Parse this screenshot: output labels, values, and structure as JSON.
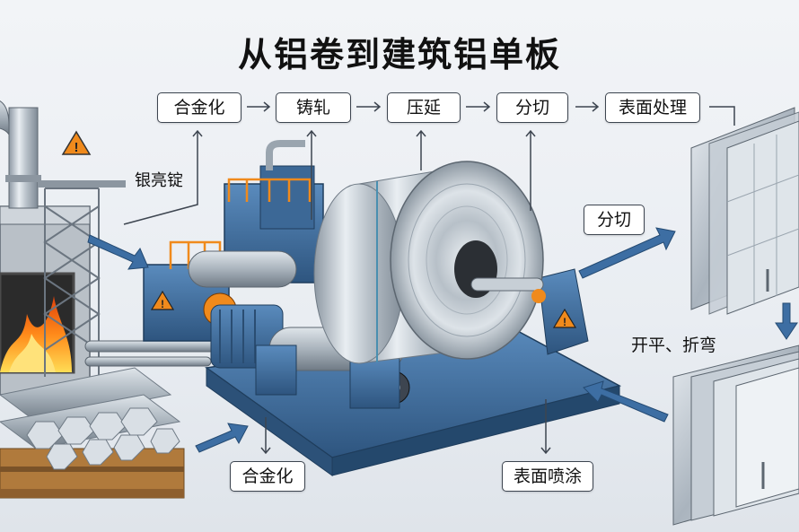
{
  "title": "从铝卷到建筑铝单板",
  "process_steps": [
    {
      "label": "合金化"
    },
    {
      "label": "铸轧"
    },
    {
      "label": "压延"
    },
    {
      "label": "分切"
    },
    {
      "label": "表面处理"
    }
  ],
  "labels": {
    "ingot": "银亮锭",
    "cutting": "分切",
    "forming": "开平、折弯",
    "bottom_alloy": "合金化",
    "bottom_coating": "表面喷涂"
  },
  "colors": {
    "machine_blue": "#3f6e9f",
    "arrow_blue": "#3d6ea3",
    "warning_orange": "#f08a1c",
    "fire": "#f26a0f"
  }
}
